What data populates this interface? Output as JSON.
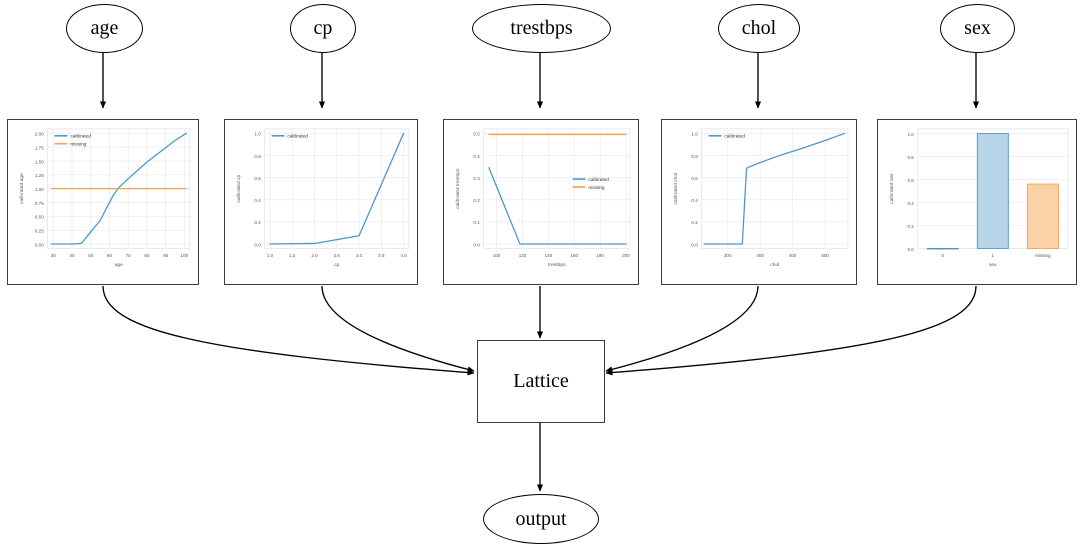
{
  "diagram": {
    "type": "model-architecture-flow",
    "input_nodes": [
      {
        "id": "age",
        "label": "age"
      },
      {
        "id": "cp",
        "label": "cp"
      },
      {
        "id": "trestbps",
        "label": "trestbps"
      },
      {
        "id": "chol",
        "label": "chol"
      },
      {
        "id": "sex",
        "label": "sex"
      }
    ],
    "center_node": {
      "id": "lattice",
      "label": "Lattice"
    },
    "output_node": {
      "id": "output",
      "label": "output"
    }
  },
  "colors": {
    "calibrated": "#4a98c9",
    "missing": "#f5a04a",
    "bar_blue_fill": "#b8d4e8",
    "bar_blue_edge": "#4a98c9",
    "bar_orange_fill": "#fbd2a8",
    "bar_orange_edge": "#f5a04a",
    "grid": "#e8eaee",
    "axis_text": "#555555",
    "panel_border": "#3c3c3c",
    "edge_stroke": "#000000"
  },
  "legend_labels": {
    "calibrated": "calibrated",
    "missing": "missing"
  },
  "chart_data": [
    {
      "id": "age",
      "type": "line",
      "title": "",
      "xlabel": "age",
      "ylabel": "calibrated age",
      "xlim": [
        27,
        103
      ],
      "ylim": [
        -0.08,
        2.08
      ],
      "xticks": [
        30,
        40,
        50,
        60,
        70,
        80,
        90,
        100
      ],
      "xticklabels": [
        "30",
        "40",
        "50",
        "60",
        "70",
        "80",
        "90",
        "100"
      ],
      "yticks": [
        0.0,
        0.25,
        0.5,
        0.75,
        1.0,
        1.25,
        1.5,
        1.75,
        2.0
      ],
      "yticklabels": [
        "0.00",
        "0.25",
        "0.50",
        "0.75",
        "1.00",
        "1.25",
        "1.50",
        "1.75",
        "2.00"
      ],
      "grid": true,
      "legend_position": "upper left",
      "series": [
        {
          "name": "calibrated",
          "color_key": "calibrated",
          "x": [
            29,
            35,
            40,
            45,
            50,
            55,
            58,
            62,
            65,
            70,
            75,
            80,
            85,
            90,
            95,
            101
          ],
          "y": [
            0.0,
            0.0,
            0.0,
            0.01,
            0.22,
            0.42,
            0.62,
            0.88,
            1.02,
            1.18,
            1.33,
            1.48,
            1.61,
            1.74,
            1.87,
            2.0
          ]
        },
        {
          "name": "missing",
          "color_key": "missing",
          "x": [
            29,
            101
          ],
          "y": [
            1.0,
            1.0
          ]
        }
      ]
    },
    {
      "id": "cp",
      "type": "line",
      "title": "",
      "xlabel": "cp",
      "ylabel": "calibrated cp",
      "xlim": [
        0.88,
        4.12
      ],
      "ylim": [
        -0.04,
        1.04
      ],
      "xticks": [
        1.0,
        1.5,
        2.0,
        2.5,
        3.0,
        3.5,
        4.0
      ],
      "xticklabels": [
        "1.0",
        "1.5",
        "2.0",
        "2.5",
        "3.0",
        "3.5",
        "4.0"
      ],
      "yticks": [
        0.0,
        0.2,
        0.4,
        0.6,
        0.8,
        1.0
      ],
      "yticklabels": [
        "0.0",
        "0.2",
        "0.4",
        "0.6",
        "0.8",
        "1.0"
      ],
      "grid": true,
      "legend_position": "upper left",
      "series": [
        {
          "name": "calibrated",
          "color_key": "calibrated",
          "x": [
            1.0,
            2.0,
            3.0,
            4.0
          ],
          "y": [
            0.0,
            0.005,
            0.075,
            1.0
          ]
        }
      ]
    },
    {
      "id": "trestbps",
      "type": "line",
      "title": "",
      "xlabel": "trestbps",
      "ylabel": "calibrated trestbps",
      "xlim": [
        90,
        203
      ],
      "ylim": [
        -0.02,
        0.52
      ],
      "xticks": [
        100,
        120,
        140,
        160,
        180,
        200
      ],
      "xticklabels": [
        "100",
        "120",
        "140",
        "160",
        "180",
        "200"
      ],
      "yticks": [
        0.0,
        0.1,
        0.2,
        0.3,
        0.4,
        0.5
      ],
      "yticklabels": [
        "0.0",
        "0.1",
        "0.2",
        "0.3",
        "0.4",
        "0.5"
      ],
      "grid": true,
      "legend_position": "center right",
      "series": [
        {
          "name": "calibrated",
          "color_key": "calibrated",
          "x": [
            94,
            118,
            130,
            160,
            200
          ],
          "y": [
            0.345,
            0.0,
            0.0,
            0.0,
            0.0
          ]
        },
        {
          "name": "missing",
          "color_key": "missing",
          "x": [
            94,
            200
          ],
          "y": [
            0.495,
            0.495
          ]
        }
      ]
    },
    {
      "id": "chol",
      "type": "line",
      "title": "",
      "xlabel": "chol",
      "ylabel": "calibrated chol",
      "xlim": [
        120,
        570
      ],
      "ylim": [
        -0.04,
        1.04
      ],
      "xticks": [
        200,
        300,
        400,
        500
      ],
      "xticklabels": [
        "200",
        "300",
        "400",
        "500"
      ],
      "yticks": [
        0.0,
        0.2,
        0.4,
        0.6,
        0.8,
        1.0
      ],
      "yticklabels": [
        "0.0",
        "0.2",
        "0.4",
        "0.6",
        "0.8",
        "1.0"
      ],
      "grid": true,
      "legend_position": "upper left",
      "series": [
        {
          "name": "calibrated",
          "color_key": "calibrated",
          "x": [
            128,
            245,
            258,
            290,
            360,
            430,
            500,
            560
          ],
          "y": [
            0.0,
            0.0,
            0.685,
            0.725,
            0.8,
            0.865,
            0.935,
            1.0
          ]
        }
      ]
    },
    {
      "id": "sex",
      "type": "bar",
      "title": "",
      "xlabel": "sex",
      "ylabel": "calibrated sex",
      "categories": [
        "0",
        "1",
        "missing"
      ],
      "values": [
        0.0,
        1.0,
        0.56
      ],
      "bar_styles": [
        "blue",
        "blue",
        "orange"
      ],
      "ylim": [
        0.0,
        1.04
      ],
      "yticks": [
        0.0,
        0.2,
        0.4,
        0.6,
        0.8,
        1.0
      ],
      "yticklabels": [
        "0.0",
        "0.2",
        "0.4",
        "0.6",
        "0.8",
        "1.0"
      ],
      "grid": true,
      "legend_position": "none"
    }
  ]
}
